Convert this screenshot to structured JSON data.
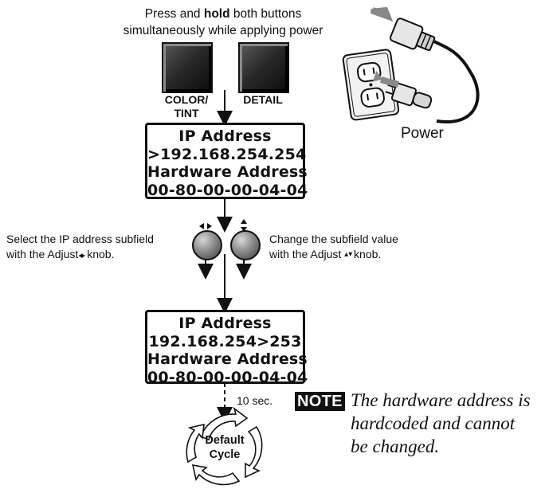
{
  "instruction": {
    "line1_pre": "Press and ",
    "line1_bold": "hold",
    "line1_post": " both buttons",
    "line2": "simultaneously while applying power"
  },
  "buttons": [
    {
      "label_line1": "COLOR/",
      "label_line2": "TINT"
    },
    {
      "label_line1": "DETAIL",
      "label_line2": ""
    }
  ],
  "power": {
    "label": "Power"
  },
  "display_1": {
    "lines": [
      "IP Address",
      ">192.168.254.254",
      "Hardware Address",
      "00-80-00-00-04-04"
    ]
  },
  "knobs": {
    "left": {
      "line1": "Select the IP address subfield",
      "line2_pre": "with the Adjust",
      "line2_symbol": "◂▸",
      "line2_post": " knob."
    },
    "right": {
      "line1": "Change the subfield value",
      "line2_pre": "with the Adjust ",
      "line2_symbol": "▴▾",
      "line2_post": " knob."
    }
  },
  "display_2": {
    "lines": [
      "IP Address",
      "192.168.254>253",
      "Hardware Address",
      "00-80-00-00-04-04"
    ]
  },
  "timer": {
    "label": "10 sec."
  },
  "cycle": {
    "line1": "Default",
    "line2": "Cycle"
  },
  "note": {
    "badge": "NOTE",
    "lines": [
      "The hardware address is",
      "hardcoded and cannot",
      "be changed."
    ]
  }
}
